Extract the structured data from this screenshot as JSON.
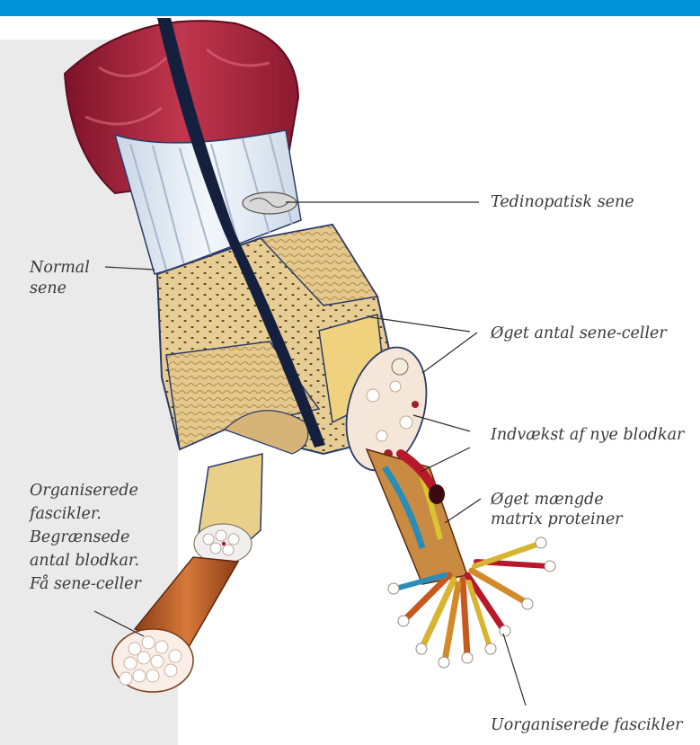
{
  "colors": {
    "accent_bar": "#0095d9",
    "side_panel": "#eaeaea",
    "label_text": "#3a3a3a",
    "muscle": "#a8243c",
    "tendon": "#e7eef6",
    "fascicle_beige": "#e3c98e",
    "blood_vessel": "#b8182a",
    "outline": "#2b3a66"
  },
  "labels": {
    "tendinopathic": "Tedinopatisk sene",
    "normal_line1": "Normal",
    "normal_line2": "sene",
    "increased_cells": "Øget antal sene-celler",
    "ingrowth_vessels": "Indvækst af nye blodkar",
    "matrix_line1": "Øget mængde",
    "matrix_line2": "matrix proteiner",
    "organized_line1": "Organiserede",
    "organized_line2": "fascikler.",
    "organized_line3": "Begrænsede",
    "organized_line4": "antal blodkar.",
    "organized_line5": "Få sene-celler",
    "disorganized": "Uorganiserede fascikler"
  }
}
